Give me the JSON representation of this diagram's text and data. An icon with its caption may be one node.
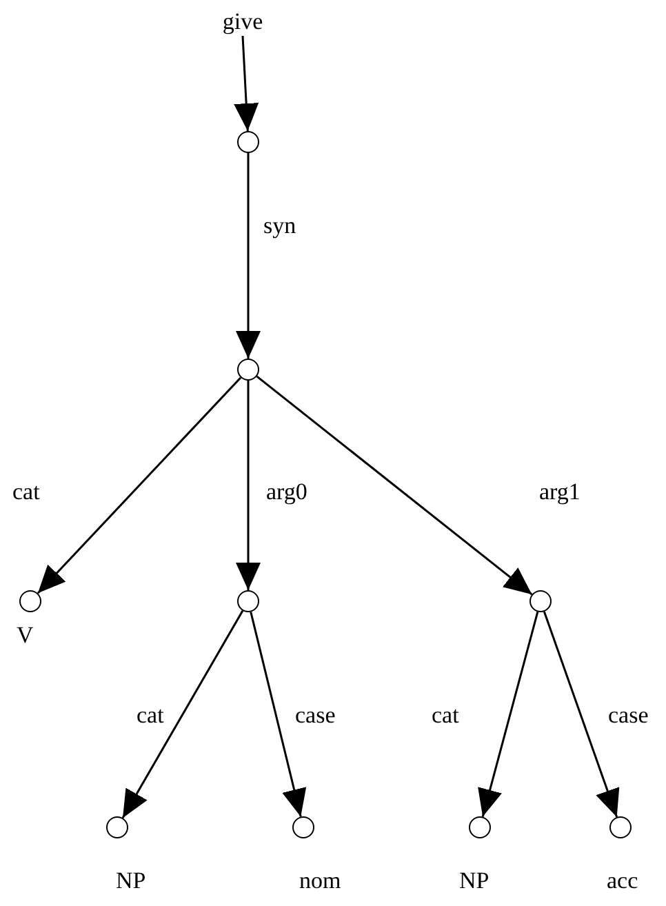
{
  "diagram": {
    "nodes": [
      {
        "text": [
          "give"
        ]
      },
      {
        "text": [],
        "shape": "circle"
      },
      {
        "text": [],
        "shape": "circle"
      },
      {
        "text": [],
        "shape": "circle",
        "beside": [
          "V"
        ]
      },
      {
        "text": [],
        "shape": "circle"
      },
      {
        "text": [],
        "shape": "circle"
      },
      {
        "text": [],
        "shape": "circle",
        "beside": [
          "NP"
        ]
      },
      {
        "text": [],
        "shape": "circle",
        "beside": [
          "nom"
        ]
      },
      {
        "text": [],
        "shape": "circle",
        "beside": [
          "NP"
        ]
      },
      {
        "text": [],
        "shape": "circle",
        "beside": [
          "acc"
        ]
      }
    ],
    "edges": [
      {
        "from": 0,
        "to": 1,
        "arrow": "to"
      },
      {
        "from": 1,
        "to": 2,
        "arrow": "to",
        "label": "syn"
      },
      {
        "from": 2,
        "to": 3,
        "arrow": "to",
        "label": "cat"
      },
      {
        "from": 2,
        "to": 4,
        "arrow": "to",
        "label": "arg0"
      },
      {
        "from": 2,
        "to": 5,
        "arrow": "to",
        "label": "arg1"
      },
      {
        "from": 4,
        "to": 6,
        "arrow": "to",
        "label": "cat"
      },
      {
        "from": 4,
        "to": 7,
        "arrow": "to",
        "label": "case"
      },
      {
        "from": 5,
        "to": 8,
        "arrow": "to",
        "label": "cat"
      },
      {
        "from": 5,
        "to": 9,
        "arrow": "to",
        "label": "case"
      }
    ]
  }
}
